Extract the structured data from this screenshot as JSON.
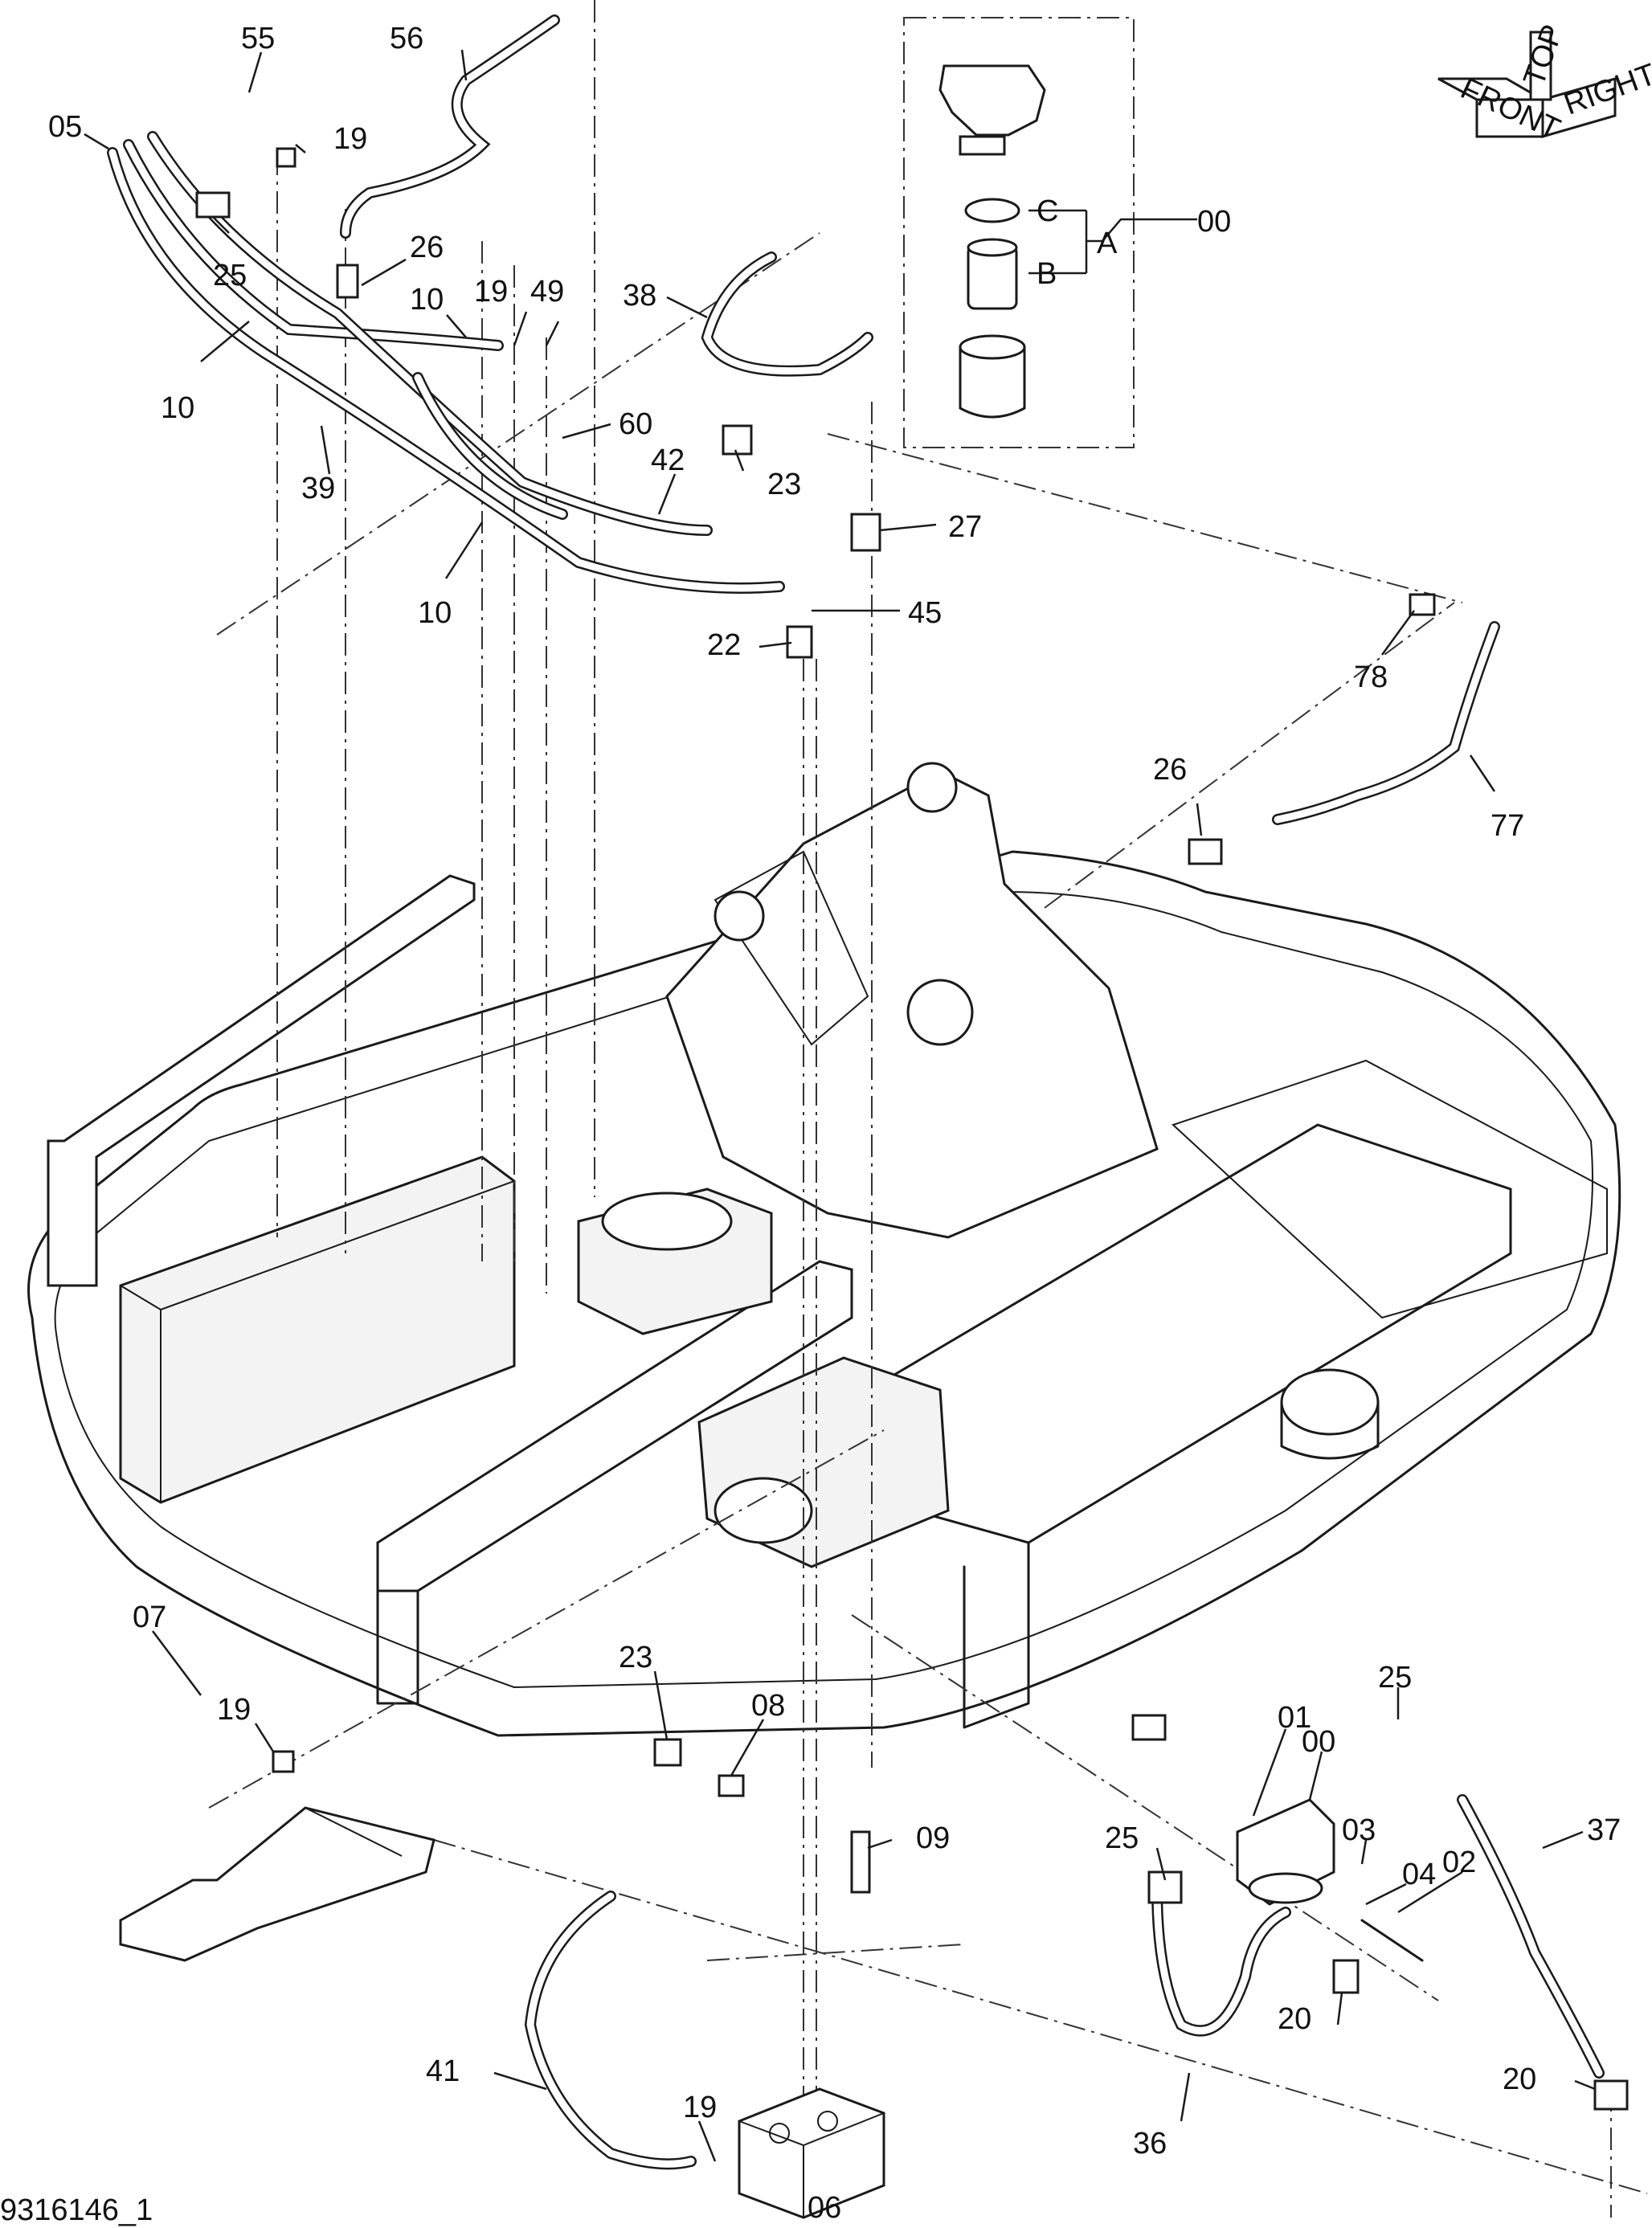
{
  "drawing_number": "9316146_1",
  "orientation_indicator": {
    "front": "FRONT",
    "top": "TOP",
    "right": "RIGHT"
  },
  "inset": {
    "group_label": "00",
    "sub_group_label": "A",
    "item_labels": [
      "C",
      "B"
    ]
  },
  "callouts": [
    "55",
    "05",
    "56",
    "19",
    "25",
    "26",
    "10",
    "19",
    "49",
    "10",
    "38",
    "39",
    "60",
    "42",
    "23",
    "10",
    "27",
    "22",
    "45",
    "78",
    "77",
    "26",
    "19",
    "07",
    "23",
    "08",
    "09",
    "41",
    "19",
    "06",
    "00",
    "01",
    "25",
    "03",
    "04",
    "02",
    "25",
    "37",
    "20",
    "36",
    "20"
  ]
}
